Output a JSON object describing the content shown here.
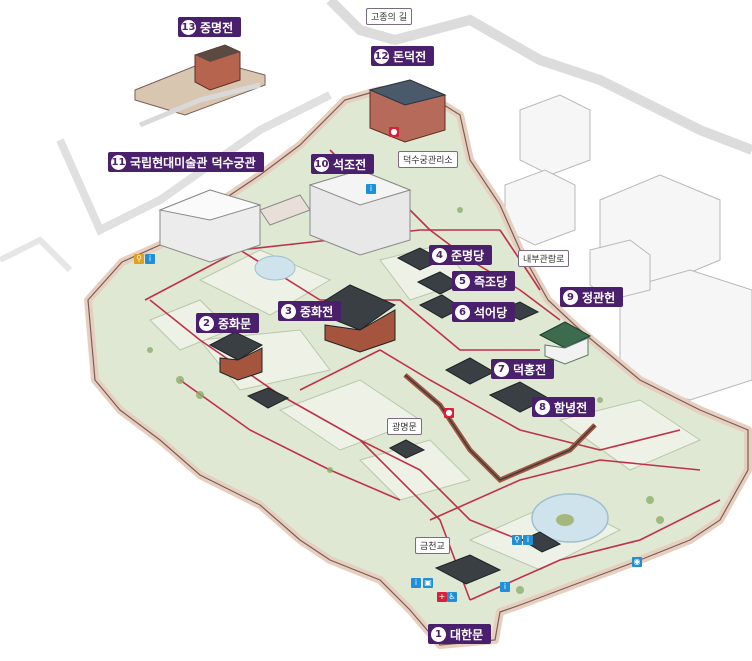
{
  "landmarks": [
    {
      "num": "1",
      "name": "대한문"
    },
    {
      "num": "2",
      "name": "중화문"
    },
    {
      "num": "3",
      "name": "중화전"
    },
    {
      "num": "4",
      "name": "준명당"
    },
    {
      "num": "5",
      "name": "즉조당"
    },
    {
      "num": "6",
      "name": "석어당"
    },
    {
      "num": "7",
      "name": "덕홍전"
    },
    {
      "num": "8",
      "name": "함녕전"
    },
    {
      "num": "9",
      "name": "정관헌"
    },
    {
      "num": "10",
      "name": "석조전"
    },
    {
      "num": "11",
      "name": "국립현대미술관 덕수궁관"
    },
    {
      "num": "12",
      "name": "돈덕전"
    },
    {
      "num": "13",
      "name": "중명전"
    }
  ],
  "tags": {
    "gojong_road": "고종의 길",
    "office": "덕수궁관리소",
    "inner_view": "내부관람로",
    "gwangmyeongmun": "광명문",
    "geumcheongyo": "금천교"
  },
  "colors": {
    "label_bg": "#4a1f6b",
    "path": "#c0304a",
    "ground": "#dfe8d2",
    "wall": "#e7cfc0",
    "info_icon": "#1f8fd8",
    "cross_icon": "#d8203a"
  },
  "icons": [
    "info-icon",
    "toilet-icon",
    "first-aid-icon",
    "accessibility-icon",
    "locker-icon",
    "camera-icon"
  ]
}
